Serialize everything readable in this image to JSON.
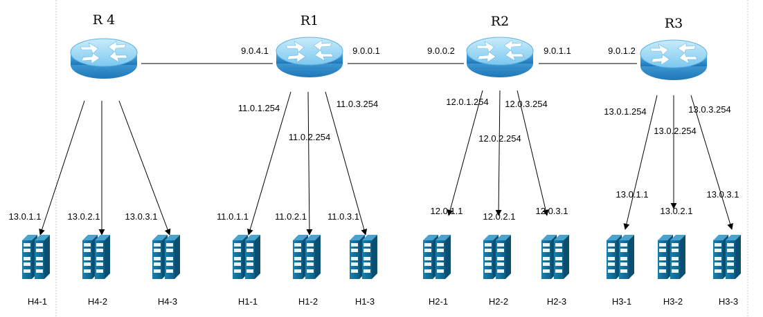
{
  "routers": [
    {
      "id": "R4",
      "title": "R 4"
    },
    {
      "id": "R1",
      "title": "R1"
    },
    {
      "id": "R2",
      "title": "R2"
    },
    {
      "id": "R3",
      "title": "R3"
    }
  ],
  "router_links": [
    {
      "from": "R4",
      "to": "R1",
      "from_ip": "",
      "to_ip": "9.0.4.1"
    },
    {
      "from": "R1",
      "to": "R2",
      "from_ip": "9.0.0.1",
      "to_ip": "9.0.0.2"
    },
    {
      "from": "R2",
      "to": "R3",
      "from_ip": "9.0.1.1",
      "to_ip": "9.0.1.2"
    }
  ],
  "hosts": [
    {
      "name": "H4-1",
      "router": "R4",
      "gateway": "",
      "ip": "13.0.1.1"
    },
    {
      "name": "H4-2",
      "router": "R4",
      "gateway": "",
      "ip": "13.0.2.1"
    },
    {
      "name": "H4-3",
      "router": "R4",
      "gateway": "",
      "ip": "13.0.3.1"
    },
    {
      "name": "H1-1",
      "router": "R1",
      "gateway": "11.0.1.254",
      "ip": "11.0.1.1"
    },
    {
      "name": "H1-2",
      "router": "R1",
      "gateway": "11.0.2.254",
      "ip": "11.0.2.1"
    },
    {
      "name": "H1-3",
      "router": "R1",
      "gateway": "11.0.3.254",
      "ip": "11.0.3.1"
    },
    {
      "name": "H2-1",
      "router": "R2",
      "gateway": "12.0.1.254",
      "ip": "12.0.1.1"
    },
    {
      "name": "H2-2",
      "router": "R2",
      "gateway": "12.0.2.254",
      "ip": "12.0.2.1"
    },
    {
      "name": "H2-3",
      "router": "R2",
      "gateway": "12.0.3.254",
      "ip": "12.0.3.1"
    },
    {
      "name": "H3-1",
      "router": "R3",
      "gateway": "13.0.1.254",
      "ip": "13.0.1.1"
    },
    {
      "name": "H3-2",
      "router": "R3",
      "gateway": "13.0.2.254",
      "ip": "13.0.2.1"
    },
    {
      "name": "H3-3",
      "router": "R3",
      "gateway": "13.0.3.254",
      "ip": "13.0.3.1"
    }
  ],
  "colors": {
    "router_body": "#2f8fcf",
    "router_top": "#9fd6f4",
    "server_body": "#0f6f9c",
    "server_side": "#0a4f72",
    "link": "#000000"
  },
  "icons": {
    "router": "router-icon",
    "host": "server-rack-icon"
  }
}
